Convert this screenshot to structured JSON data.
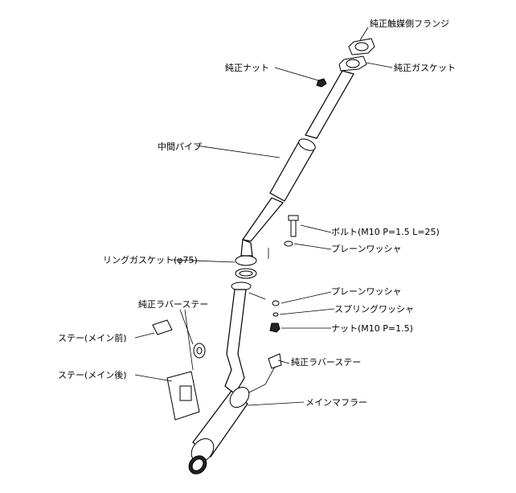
{
  "labels": {
    "flange": "純正触媒側フランジ",
    "gasket": "純正ガスケット",
    "nut_top": "純正ナット",
    "mid_pipe": "中間パイプ",
    "bolt": "ボルト(M10 P=1.5 L=25)",
    "plain_washer_1": "プレーンワッシャ",
    "ring_gasket": "リングガスケット(φ75)",
    "plain_washer_2": "プレーンワッシャ",
    "spring_washer": "スプリングワッシャ",
    "nut_m10": "ナット(M10 P=1.5)",
    "rubber_stay_left": "純正ラバーステー",
    "stay_front": "ステー(メイン前)",
    "rubber_stay_right": "純正ラバーステー",
    "stay_rear": "ステー(メイン後)",
    "main_muffler": "メインマフラー"
  }
}
